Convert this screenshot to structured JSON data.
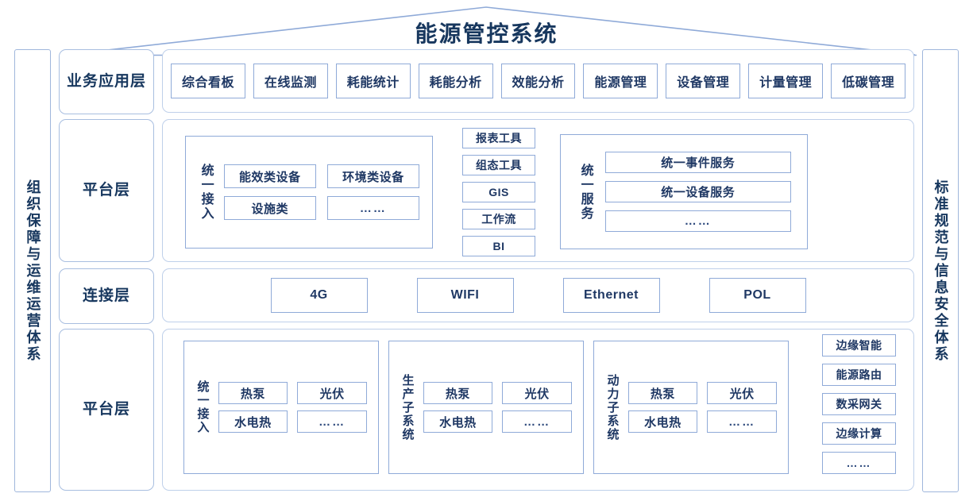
{
  "title": "能源管控系统",
  "sides": {
    "left": "组织保障与运维运营体系",
    "right": "标准规范与信息安全体系"
  },
  "layers": {
    "app": {
      "label": "业务应用层",
      "items": [
        "综合看板",
        "在线监测",
        "耗能统计",
        "耗能分析",
        "效能分析",
        "能源管理",
        "设备管理",
        "计量管理",
        "低碳管理"
      ]
    },
    "platform_top": {
      "label": "平台层",
      "access": {
        "label": "统一接入",
        "items": [
          "能效类设备",
          "环境类设备",
          "设施类",
          "……"
        ]
      },
      "tools": [
        "报表工具",
        "组态工具",
        "GIS",
        "工作流",
        "BI"
      ],
      "service": {
        "label": "统一服务",
        "items": [
          "统一事件服务",
          "统一设备服务",
          "……"
        ]
      }
    },
    "connection": {
      "label": "连接层",
      "items": [
        "4G",
        "WIFI",
        "Ethernet",
        "POL"
      ]
    },
    "platform_bottom": {
      "label": "平台层",
      "groups": [
        {
          "label": "统一接入",
          "items": [
            "热泵",
            "光伏",
            "水电热",
            "……"
          ]
        },
        {
          "label": "生产子系统",
          "items": [
            "热泵",
            "光伏",
            "水电热",
            "……"
          ]
        },
        {
          "label": "动力子系统",
          "items": [
            "热泵",
            "光伏",
            "水电热",
            "……"
          ]
        }
      ],
      "edge": [
        "边缘智能",
        "能源路由",
        "数采网关",
        "边缘计算",
        "……"
      ]
    }
  },
  "colors": {
    "text": "#1F3864",
    "title": "#17375E",
    "border_strong": "#8FAAD8",
    "border_soft": "#BFD0EA"
  }
}
